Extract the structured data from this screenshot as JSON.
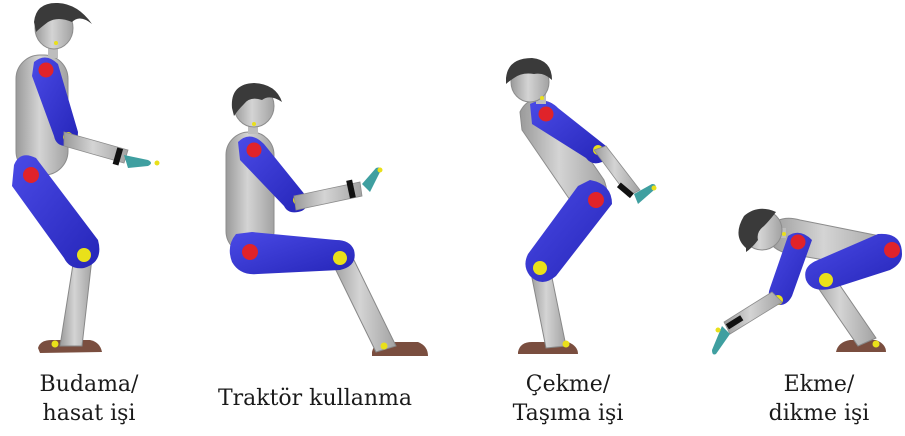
{
  "figures": [
    {
      "id": "budama",
      "caption": [
        "Budama/",
        "hasat işi"
      ]
    },
    {
      "id": "traktor",
      "caption": [
        "Traktör kullanma"
      ]
    },
    {
      "id": "cekme",
      "caption": [
        "Çekme/",
        "Taşıma işi"
      ]
    },
    {
      "id": "ekme",
      "caption": [
        "Ekme/",
        "dikme işi"
      ]
    }
  ],
  "colors": {
    "body_gray": "#b9b9b9",
    "limb_blue": "#3434d6",
    "joint_red": "#e0232a",
    "joint_yellow": "#e9e01a",
    "hair": "#3a3a3a",
    "shoe": "#7a4e3f",
    "glove": "#3f9fa0",
    "band": "#111111"
  }
}
